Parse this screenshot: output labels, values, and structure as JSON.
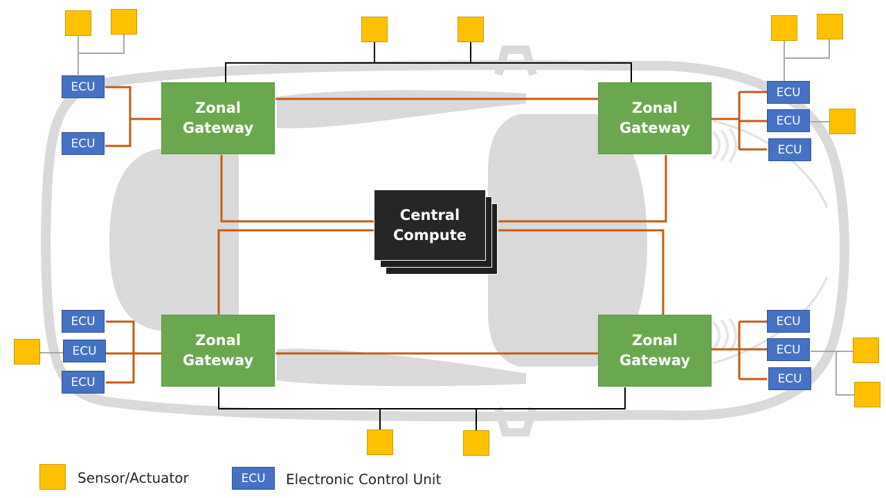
{
  "gateways": {
    "front_left": "Zonal\nGateway",
    "front_right": "Zonal\nGateway",
    "rear_left": "Zonal\nGateway",
    "rear_right": "Zonal\nGateway"
  },
  "central_compute": "Central\nCompute",
  "ecu_label": "ECU",
  "legend": {
    "sensor_label": "Sensor/Actuator",
    "ecu_box": "ECU",
    "ecu_label": "Electronic Control Unit"
  },
  "colors": {
    "gateway": "#6aa84f",
    "ecu": "#4472c4",
    "sensor": "#ffc000",
    "compute": "#262626",
    "ethernet_link": "#c55a11",
    "can_link": "#000000",
    "car_body": "#d9d9d9"
  }
}
